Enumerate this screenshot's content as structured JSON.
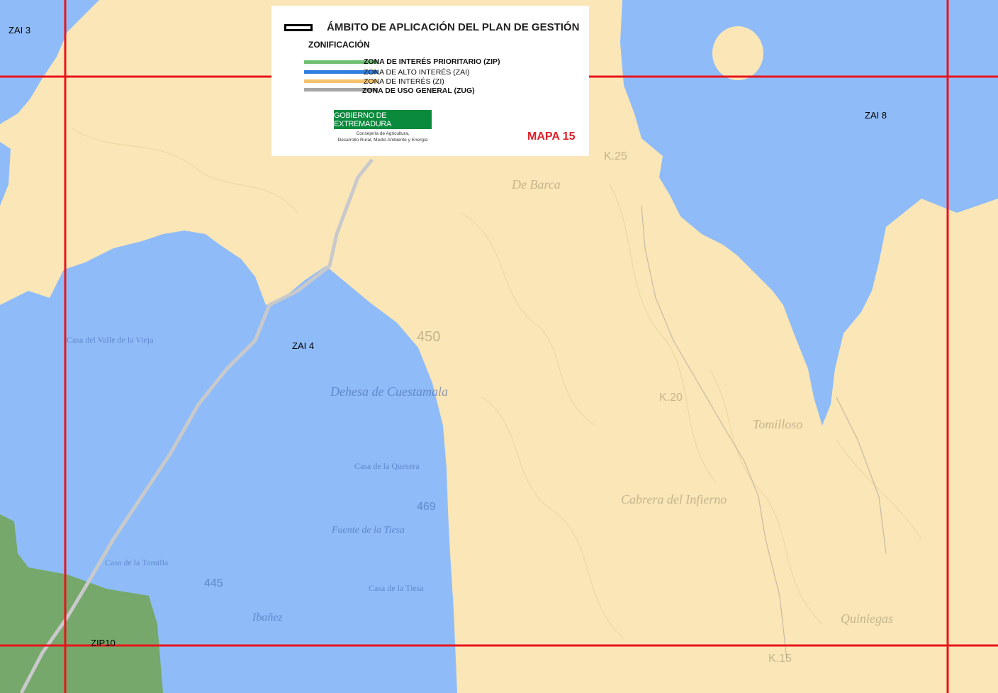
{
  "legend": {
    "title": "ÁMBITO DE APLICACIÓN DEL PLAN DE GESTIÓN",
    "subtitle": "ZONIFICACIÓN",
    "entries": [
      {
        "label": "ZONA DE INTERÉS PRIORITARIO (ZIP)",
        "color": "#6fbf73",
        "bold": true
      },
      {
        "label": "ZONA DE ALTO INTERÉS (ZAI)",
        "color": "#2f7ee0",
        "bold": false
      },
      {
        "label": "ZONA DE INTERÉS (ZI)",
        "color": "#f5c26e",
        "bold": false
      },
      {
        "label": "ZONA DE USO GENERAL (ZUG)",
        "color": "#a6a6a6",
        "bold": true
      }
    ],
    "gov_badge": "GOBIERNO DE EXTREMADURA",
    "gov_sub_1": "Consejería de Agricultura,",
    "gov_sub_2": "Desarrollo Rural, Medio Ambiente y Energía",
    "map_number": "MAPA 15"
  },
  "zone_labels": {
    "zai3": "ZAI 3",
    "zai4": "ZAI 4",
    "zai8": "ZAI 8",
    "zip10": "ZIP10"
  },
  "place_names": {
    "dehesa": "Dehesa de Cuestamala",
    "cabrera": "Cabrera del Infierno",
    "tomilloso": "Tomilloso",
    "de_barca": "De Barca",
    "fuente": "Fuente de la Tiesa",
    "quiniegas": "Quiniegas",
    "k25": "K.25",
    "k20": "K.20",
    "k15": "K.15",
    "h450": "450",
    "h469": "469",
    "h445": "445",
    "casa_tiesa": "Casa de la Tiesa",
    "casa_quesera": "Casa de la Quesera",
    "casa_tomilla": "Casa de la Tomilla",
    "ibanez": "Ibañez",
    "casa_valle": "Casa del Valle de la Vieja"
  },
  "colors": {
    "zi_fill": "#fae6b6",
    "zai_fill": "#8fbcf8",
    "zip_fill": "#75a86a",
    "grid": "#e8141c",
    "road": "#c9c9cc"
  }
}
